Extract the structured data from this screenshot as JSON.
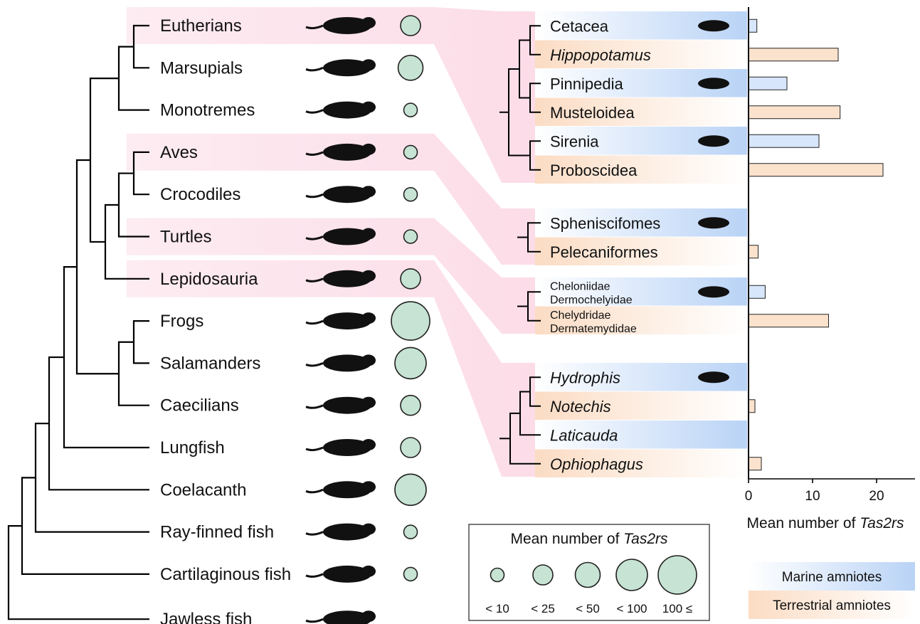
{
  "colors": {
    "tree": "#000000",
    "circle_fill": "#c7e3d3",
    "highlight_pink": "#fbd6e3",
    "marine": "#c6dcf7",
    "terrestrial": "#fbdcc4",
    "marine_bar": "#d7e6fa",
    "terrestrial_bar": "#fbe2cd"
  },
  "taxa": [
    {
      "label": "Eutherians",
      "icon": "rodent-silhouette-icon",
      "size_class": 1
    },
    {
      "label": "Marsupials",
      "icon": "marsupial-silhouette-icon",
      "size_class": 2
    },
    {
      "label": "Monotremes",
      "icon": "platypus-silhouette-icon",
      "size_class": 0
    },
    {
      "label": "Aves",
      "icon": "rooster-silhouette-icon",
      "size_class": 0
    },
    {
      "label": "Crocodiles",
      "icon": "crocodile-silhouette-icon",
      "size_class": 0
    },
    {
      "label": "Turtles",
      "icon": "turtle-silhouette-icon",
      "size_class": 0
    },
    {
      "label": "Lepidosauria",
      "icon": "lizard-silhouette-icon",
      "size_class": 1
    },
    {
      "label": "Frogs",
      "icon": "frog-silhouette-icon",
      "size_class": 4
    },
    {
      "label": "Salamanders",
      "icon": "salamander-silhouette-icon",
      "size_class": 3
    },
    {
      "label": "Caecilians",
      "icon": "caecilian-silhouette-icon",
      "size_class": 1
    },
    {
      "label": "Lungfish",
      "icon": "lungfish-silhouette-icon",
      "size_class": 1
    },
    {
      "label": "Coelacanth",
      "icon": "coelacanth-silhouette-icon",
      "size_class": 3
    },
    {
      "label": "Ray-finned fish",
      "icon": "ray-finned-fish-silhouette-icon",
      "size_class": 0
    },
    {
      "label": "Cartilaginous fish",
      "icon": "shark-silhouette-icon",
      "size_class": 0
    },
    {
      "label": "Jawless fish",
      "icon": "lamprey-silhouette-icon",
      "size_class": null
    }
  ],
  "size_legend": {
    "title_prefix": "Mean number of ",
    "title_italic": "Tas2rs",
    "items": [
      "< 10",
      "< 25",
      "< 50",
      "< 100",
      "100 ≤"
    ]
  },
  "habitat_legend": {
    "marine": "Marine amniotes",
    "terrestrial": "Terrestrial amniotes"
  },
  "chart_data": {
    "type": "bar",
    "orientation": "horizontal",
    "xlabel_prefix": "Mean number of ",
    "xlabel_italic": "Tas2rs",
    "xlim": [
      0,
      26
    ],
    "xticks": [
      0,
      10,
      20
    ],
    "groups": [
      {
        "source_taxon": "Eutherians",
        "rows": [
          {
            "label": "Cetacea",
            "italic": false,
            "habitat": "marine",
            "value": 1.3,
            "icon": "whale-silhouette-icon"
          },
          {
            "label": "Hippopotamus",
            "italic": true,
            "habitat": "terrestrial",
            "value": 14
          },
          {
            "label": "Pinnipedia",
            "italic": false,
            "habitat": "marine",
            "value": 6,
            "icon": "seal-silhouette-icon"
          },
          {
            "label": "Musteloidea",
            "italic": false,
            "habitat": "terrestrial",
            "value": 14.3
          },
          {
            "label": "Sirenia",
            "italic": false,
            "habitat": "marine",
            "value": 11,
            "icon": "manatee-silhouette-icon"
          },
          {
            "label": "Proboscidea",
            "italic": false,
            "habitat": "terrestrial",
            "value": 21
          }
        ]
      },
      {
        "source_taxon": "Aves",
        "rows": [
          {
            "label": "Spheniscifomes",
            "italic": false,
            "habitat": "marine",
            "value": 0,
            "icon": "penguin-silhouette-icon"
          },
          {
            "label": "Pelecaniformes",
            "italic": false,
            "habitat": "terrestrial",
            "value": 1.5
          }
        ]
      },
      {
        "source_taxon": "Turtles",
        "rows": [
          {
            "label": "Cheloniidae",
            "label2": "Dermochelyidae",
            "italic": false,
            "habitat": "marine",
            "value": 2.6,
            "icon": "sea-turtle-silhouette-icon"
          },
          {
            "label": "Chelydridae",
            "label2": "Dermatemydidae",
            "italic": false,
            "habitat": "terrestrial",
            "value": 12.5
          }
        ]
      },
      {
        "source_taxon": "Lepidosauria",
        "rows": [
          {
            "label": "Hydrophis",
            "italic": true,
            "habitat": "marine",
            "value": 0,
            "icon": "sea-snake-silhouette-icon"
          },
          {
            "label": "Notechis",
            "italic": true,
            "habitat": "terrestrial",
            "value": 1
          },
          {
            "label": "Laticauda",
            "italic": true,
            "habitat": "marine",
            "value": 0
          },
          {
            "label": "Ophiophagus",
            "italic": true,
            "habitat": "terrestrial",
            "value": 2
          }
        ]
      }
    ]
  }
}
